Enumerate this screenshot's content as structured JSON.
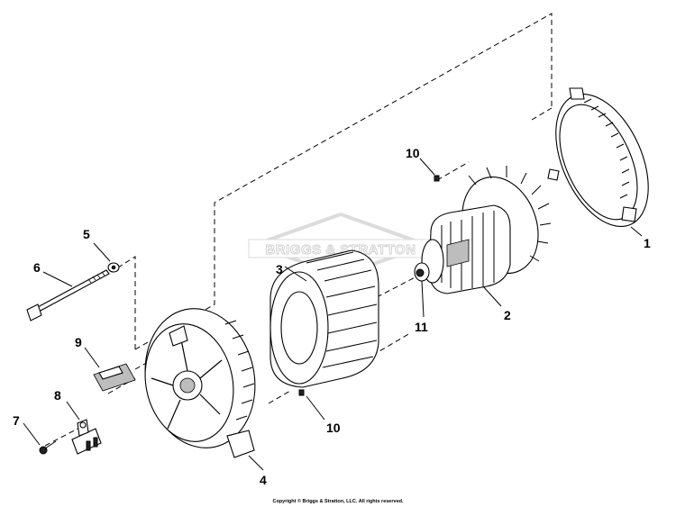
{
  "watermark": {
    "text": "BRIGGS & STRATTON"
  },
  "callouts": [
    {
      "id": "c1",
      "label": "1"
    },
    {
      "id": "c2",
      "label": "2"
    },
    {
      "id": "c3",
      "label": "3"
    },
    {
      "id": "c4",
      "label": "4"
    },
    {
      "id": "c5",
      "label": "5"
    },
    {
      "id": "c6",
      "label": "6"
    },
    {
      "id": "c7",
      "label": "7"
    },
    {
      "id": "c8",
      "label": "8"
    },
    {
      "id": "c9",
      "label": "9"
    },
    {
      "id": "c10a",
      "label": "10"
    },
    {
      "id": "c10b",
      "label": "10"
    },
    {
      "id": "c11",
      "label": "11"
    }
  ],
  "copyright": "Copyright © Briggs & Stratton, LLC. All rights reserved."
}
